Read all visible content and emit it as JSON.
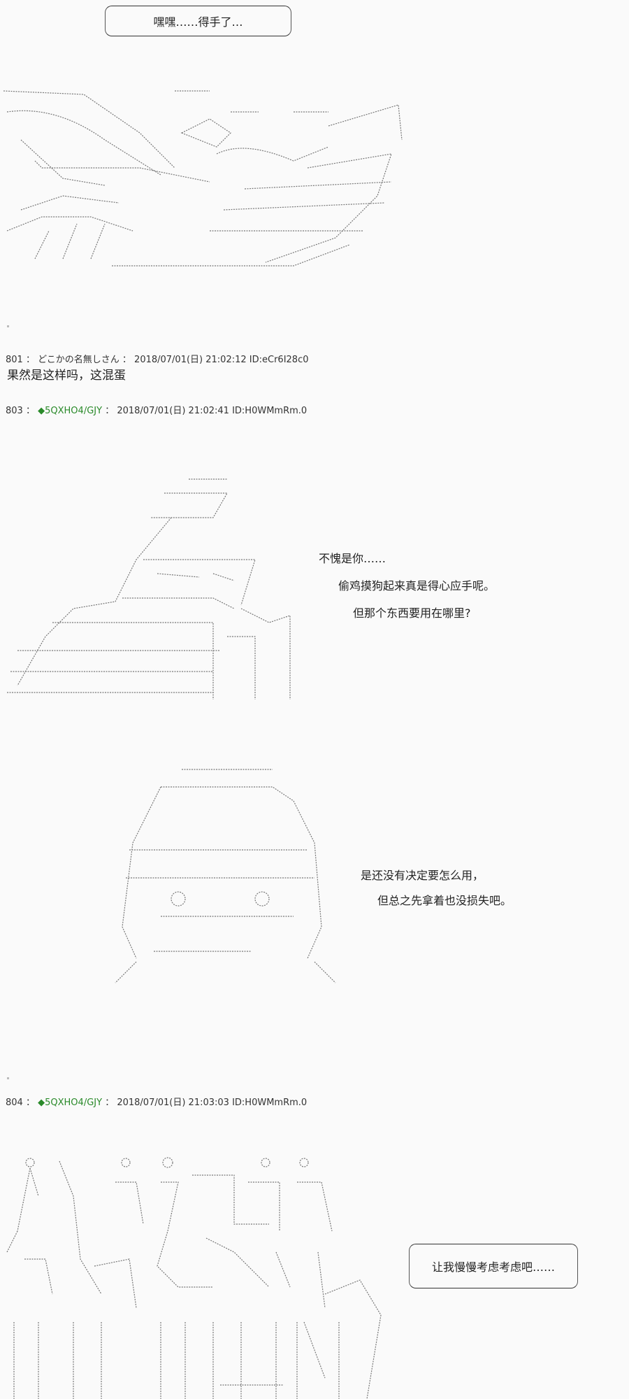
{
  "scene1": {
    "bubble_text": "嘿嘿……得手了…"
  },
  "posts": [
    {
      "number": "801",
      "sep": "：",
      "name": "どこかの名無しさん",
      "date": "2018/07/01(日) 21:02:12",
      "id": "ID:eCr6I28c0",
      "body": "果然是这样吗，这混蛋"
    },
    {
      "number": "803",
      "sep": "：",
      "trip_mark": "◆",
      "name": "5QXHO4/GJY",
      "date": "2018/07/01(日) 21:02:41",
      "id": "ID:H0WMmRm.0",
      "lines_a": [
        "不愧是你……",
        "偷鸡摸狗起来真是得心应手呢。",
        "但那个东西要用在哪里?"
      ],
      "lines_b": [
        "是还没有决定要怎么用，",
        "但总之先拿着也没损失吧。"
      ]
    },
    {
      "number": "804",
      "sep": "：",
      "trip_mark": "◆",
      "name": "5QXHO4/GJY",
      "date": "2018/07/01(日) 21:03:03",
      "id": "ID:H0WMmRm.0",
      "bubble_text": "让我慢慢考虑考虑吧……"
    }
  ],
  "colors": {
    "trip": "#2a8a2a",
    "background": "#fafafa"
  }
}
